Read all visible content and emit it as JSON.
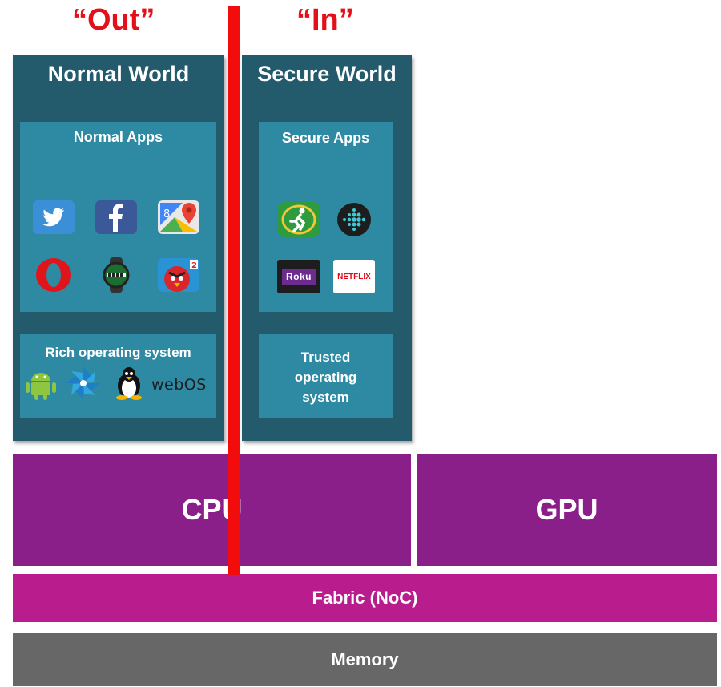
{
  "top_labels": {
    "out": "“Out”",
    "in": "“In”"
  },
  "normal_world": {
    "title": "Normal World",
    "apps_title": "Normal Apps",
    "apps": [
      "twitter-icon",
      "facebook-icon",
      "google-maps-icon",
      "opera-icon",
      "watch-app-icon",
      "angry-birds-icon"
    ],
    "os_title": "Rich operating system",
    "os_icons": [
      "android-icon",
      "tizen-icon",
      "linux-tux-icon"
    ],
    "webos_text": "webOS"
  },
  "secure_world": {
    "title": "Secure World",
    "apps_title": "Secure Apps",
    "apps": [
      "fitness-runner-icon",
      "fitbit-icon",
      "roku-icon",
      "netflix-icon"
    ],
    "roku_text": "Roku",
    "netflix_text": "NETFLIX",
    "os_title": "Trusted operating system"
  },
  "hardware": {
    "cpu": "CPU",
    "gpu": "GPU",
    "fabric": "Fabric (NoC)",
    "memory": "Memory"
  },
  "colors": {
    "world_bg": "#235a6c",
    "panel_bg": "#2e8aa3",
    "cpu_gpu": "#8b1f8a",
    "fabric": "#b81c8d",
    "memory": "#676767",
    "divider": "#f20c0c",
    "label_red": "#e3101a"
  }
}
